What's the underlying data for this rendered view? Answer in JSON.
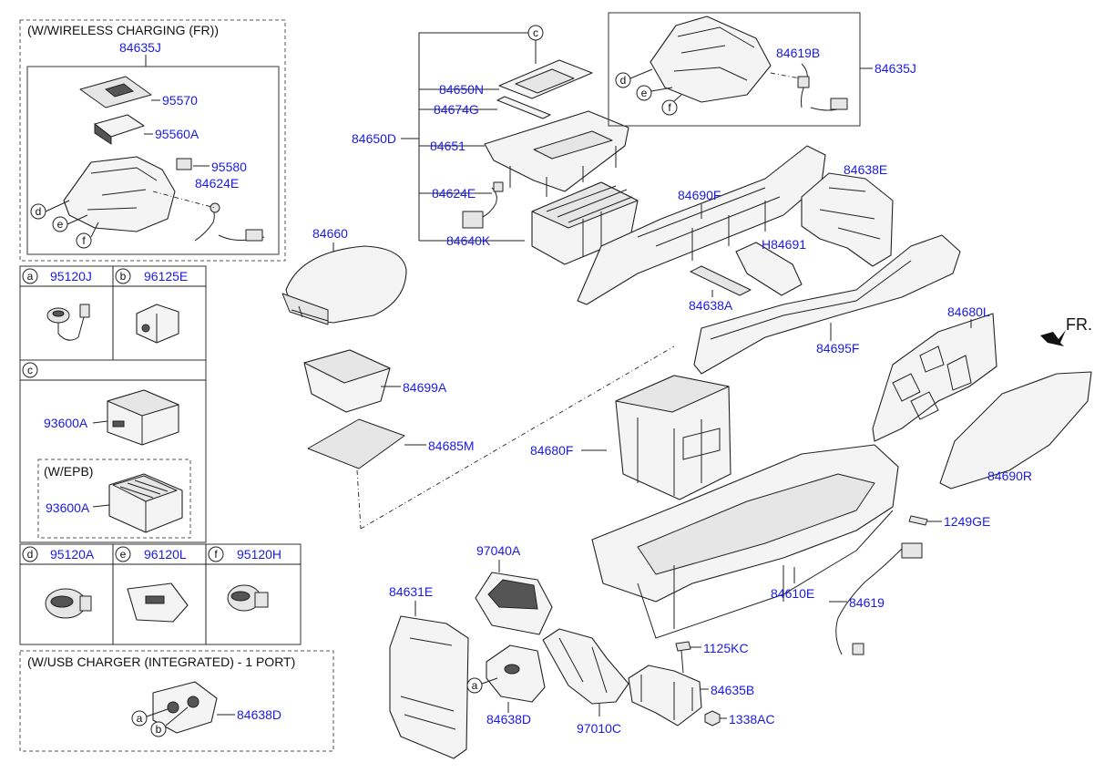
{
  "title_wireless": "(W/WIRELESS CHARGING (FR))",
  "title_usb": "(W/USB CHARGER (INTEGRATED) - 1 PORT)",
  "title_epb": "(W/EPB)",
  "fr_label": "FR.",
  "callouts": {
    "a": "a",
    "b": "b",
    "c": "c",
    "d": "d",
    "e": "e",
    "f": "f"
  },
  "parts": {
    "p84635J_top": "84635J",
    "p95570": "95570",
    "p95560A": "95560A",
    "p95580": "95580",
    "p84624E_left": "84624E",
    "p95120J": "95120J",
    "p96125E": "96125E",
    "p93600A_1": "93600A",
    "p93600A_2": "93600A",
    "p95120A": "95120A",
    "p96120L": "96120L",
    "p95120H": "95120H",
    "p84638D_usb": "84638D",
    "p84650N": "84650N",
    "p84674G": "84674G",
    "p84650D": "84650D",
    "p84651": "84651",
    "p84624E_mid": "84624E",
    "p84640K": "84640K",
    "p84660": "84660",
    "p84699A": "84699A",
    "p84685M": "84685M",
    "p84619B": "84619B",
    "p84635J_right": "84635J",
    "p84638E": "84638E",
    "p84690F": "84690F",
    "pH84691": "H84691",
    "p84638A": "84638A",
    "p84695F": "84695F",
    "p84680L": "84680L",
    "p84680F": "84680F",
    "p84690R": "84690R",
    "p1249GE": "1249GE",
    "p97040A": "97040A",
    "p84631E": "84631E",
    "p84610E": "84610E",
    "p84619": "84619",
    "p1125KC": "1125KC",
    "p84635B": "84635B",
    "p1338AC": "1338AC",
    "p84638D": "84638D",
    "p97010C": "97010C"
  }
}
